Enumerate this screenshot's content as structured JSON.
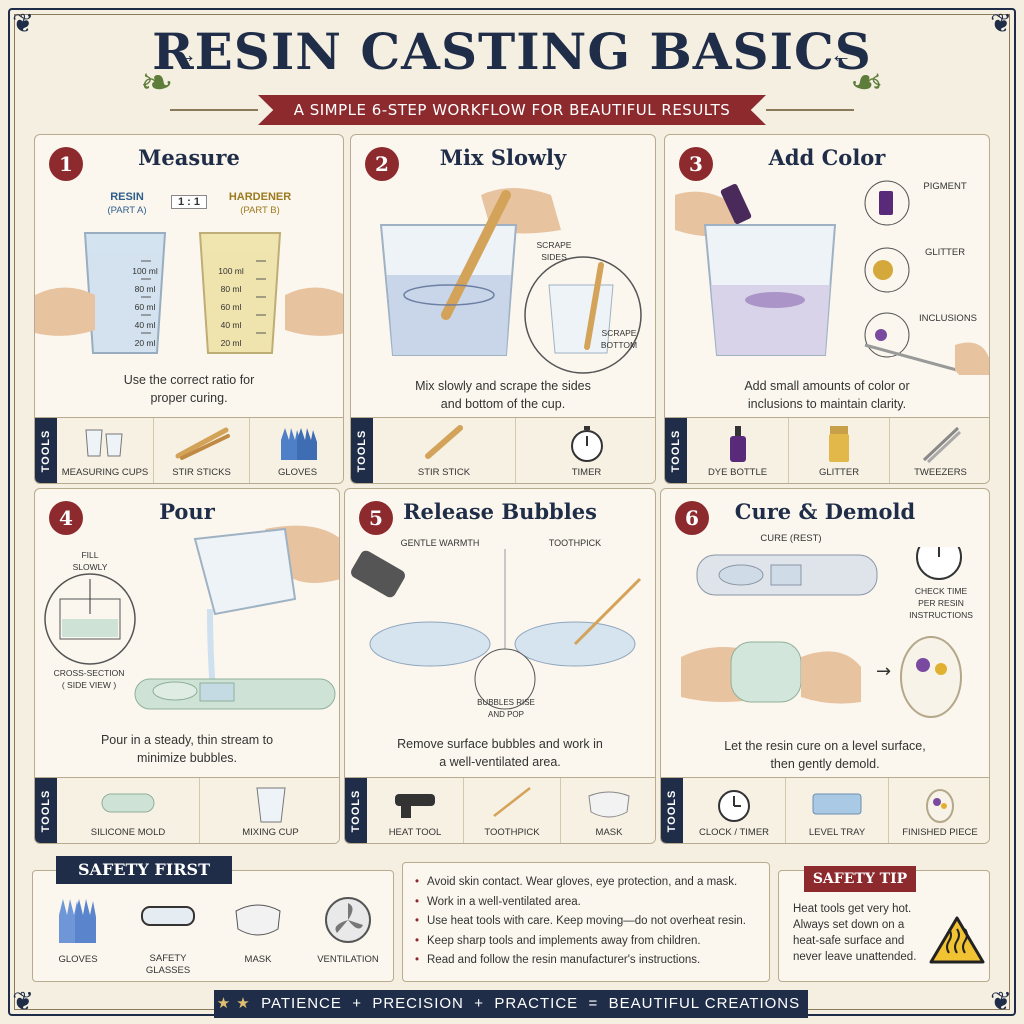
{
  "header": {
    "title": "RESIN CASTING BASICS",
    "subtitle": "A SIMPLE 6-STEP WORKFLOW FOR BEAUTIFUL RESULTS"
  },
  "colors": {
    "navy": "#1f2d48",
    "accent_red": "#8c2a2e",
    "paper": "#f5efe2",
    "resin_blue": "#cfe0ef",
    "hardener_yellow": "#efe3a8"
  },
  "tools_label": "TOOLS",
  "steps": [
    {
      "number": "1",
      "title": "Measure",
      "labels": {
        "resin": "RESIN",
        "resin_part": "(PART A)",
        "ratio": "1 : 1",
        "hardener": "HARDENER",
        "hardener_part": "(PART B)",
        "m100": "100 ml",
        "m80": "80 ml",
        "m60": "60 ml",
        "m40": "40 ml",
        "m20": "20 ml"
      },
      "caption": [
        "Use the correct ratio for",
        "proper curing."
      ],
      "tools": [
        "MEASURING CUPS",
        "STIR STICKS",
        "GLOVES"
      ]
    },
    {
      "number": "2",
      "title": "Mix Slowly",
      "labels": {
        "scrape_sides": "SCRAPE\nSIDES",
        "scrape_bottom": "SCRAPE\nBOTTOM"
      },
      "caption": [
        "Mix slowly and scrape the sides",
        "and bottom of the cup."
      ],
      "tools": [
        "STIR STICK",
        "TIMER"
      ]
    },
    {
      "number": "3",
      "title": "Add Color",
      "labels": {
        "pigment": "PIGMENT",
        "glitter": "GLITTER",
        "inclusions": "INCLUSIONS"
      },
      "caption": [
        "Add small amounts of color or",
        "inclusions to maintain clarity."
      ],
      "tools": [
        "DYE BOTTLE",
        "GLITTER",
        "TWEEZERS"
      ]
    },
    {
      "number": "4",
      "title": "Pour",
      "labels": {
        "fill_slowly": "FILL\nSLOWLY",
        "cross_section": "CROSS-SECTION\n( SIDE VIEW )"
      },
      "caption": [
        "Pour in a steady, thin stream to",
        "minimize bubbles."
      ],
      "tools": [
        "SILICONE MOLD",
        "MIXING CUP"
      ]
    },
    {
      "number": "5",
      "title": "Release Bubbles",
      "labels": {
        "gentle_warmth": "GENTLE WARMTH",
        "toothpick": "TOOTHPICK",
        "bubbles": "BUBBLES RISE\nAND POP"
      },
      "caption": [
        "Remove surface bubbles and work in",
        "a well-ventilated area."
      ],
      "tools": [
        "HEAT TOOL",
        "TOOTHPICK",
        "MASK"
      ]
    },
    {
      "number": "6",
      "title": "Cure & Demold",
      "labels": {
        "cure_rest": "CURE (REST)",
        "check_time": "CHECK TIME\nPER RESIN\nINSTRUCTIONS"
      },
      "caption": [
        "Let the resin cure on a level surface,",
        "then gently demold."
      ],
      "tools": [
        "CLOCK / TIMER",
        "LEVEL TRAY",
        "FINISHED PIECE"
      ]
    }
  ],
  "safety": {
    "title": "SAFETY FIRST",
    "items": [
      "GLOVES",
      "SAFETY\nGLASSES",
      "MASK",
      "VENTILATION"
    ],
    "bullets": [
      "Avoid skin contact. Wear gloves, eye protection, and a mask.",
      "Work in a well-ventilated area.",
      "Use heat tools with care. Keep moving—do not overheat resin.",
      "Keep sharp tools and implements away from children.",
      "Read and follow the resin manufacturer's instructions."
    ],
    "tip_title": "SAFETY TIP",
    "tip_lines": [
      "Heat tools get very hot.",
      "Always set down on a",
      "heat-safe surface and",
      "never leave unattended."
    ]
  },
  "footer": {
    "patience": "PATIENCE",
    "plus1": "+",
    "precision": "PRECISION",
    "plus2": "+",
    "practice": "PRACTICE",
    "eq": "=",
    "result": "BEAUTIFUL CREATIONS"
  }
}
